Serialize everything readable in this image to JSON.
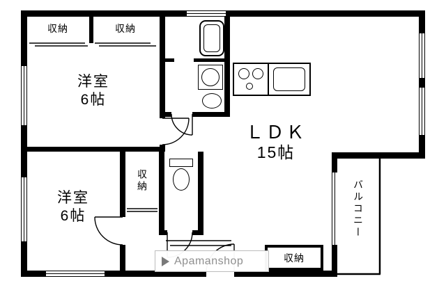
{
  "plan": {
    "closet_top_left": "収納",
    "closet_top_right": "収納",
    "bedroom_upper": {
      "name": "洋室",
      "size": "6帖"
    },
    "bedroom_lower": {
      "name": "洋室",
      "size": "6帖"
    },
    "closet_hall": "収納",
    "ldk": {
      "name": "ＬＤＫ",
      "size": "15帖"
    },
    "balcony": "バルコニー",
    "closet_entrance": "収納"
  },
  "watermark": {
    "brand": "Apamanshop"
  },
  "colors": {
    "wall": "#000000",
    "background": "#ffffff",
    "watermark_text": "#8f8f8f",
    "watermark_border": "#bcbcbc",
    "logo_gray": "#7a7a7a"
  }
}
